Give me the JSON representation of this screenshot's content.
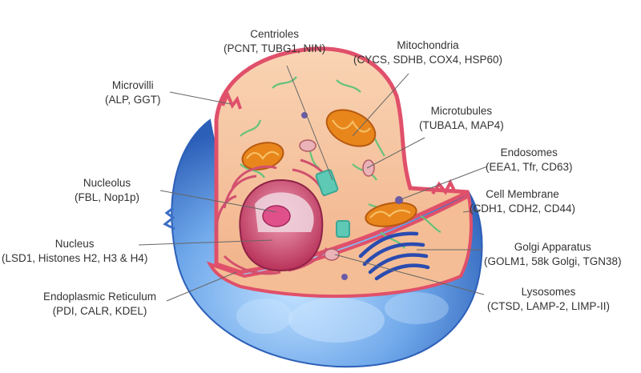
{
  "colors": {
    "cytoplasm": "#f6c7a3",
    "membrane": "#e0506a",
    "outer_blue": "#5f9be0",
    "nucleus": "#c8426a",
    "nucleolus": "#e0508a",
    "mitochondria": "#e8861c",
    "golgi": "#2a4bb0",
    "microtubule": "#66c27a",
    "er": "#d2506e",
    "centriole": "#5ec9b5",
    "leader_line": "#666666"
  },
  "labels": {
    "centrioles": {
      "name": "Centrioles",
      "markers": "(PCNT, TUBG1, NIN)"
    },
    "mitochondria": {
      "name": "Mitochondria",
      "markers": "(CYCS, SDHB, COX4, HSP60)"
    },
    "microvilli": {
      "name": "Microvilli",
      "markers": "(ALP, GGT)"
    },
    "microtubules": {
      "name": "Microtubules",
      "markers": "(TUBA1A, MAP4)"
    },
    "endosomes": {
      "name": "Endosomes",
      "markers": "(EEA1, Tfr, CD63)"
    },
    "nucleolus": {
      "name": "Nucleolus",
      "markers": "(FBL, Nop1p)"
    },
    "cell_membrane": {
      "name": "Cell Membrane",
      "markers": "(CDH1, CDH2, CD44)"
    },
    "nucleus": {
      "name": "Nucleus",
      "markers": "(LSD1, Histones H2, H3 & H4)"
    },
    "golgi": {
      "name": "Golgi Apparatus",
      "markers": "(GOLM1, 58k Golgi, TGN38)"
    },
    "er": {
      "name": "Endoplasmic Reticulum",
      "markers": "(PDI, CALR, KDEL)"
    },
    "lysosomes": {
      "name": "Lysosomes",
      "markers": "(CTSD, LAMP-2, LIMP-II)"
    }
  }
}
